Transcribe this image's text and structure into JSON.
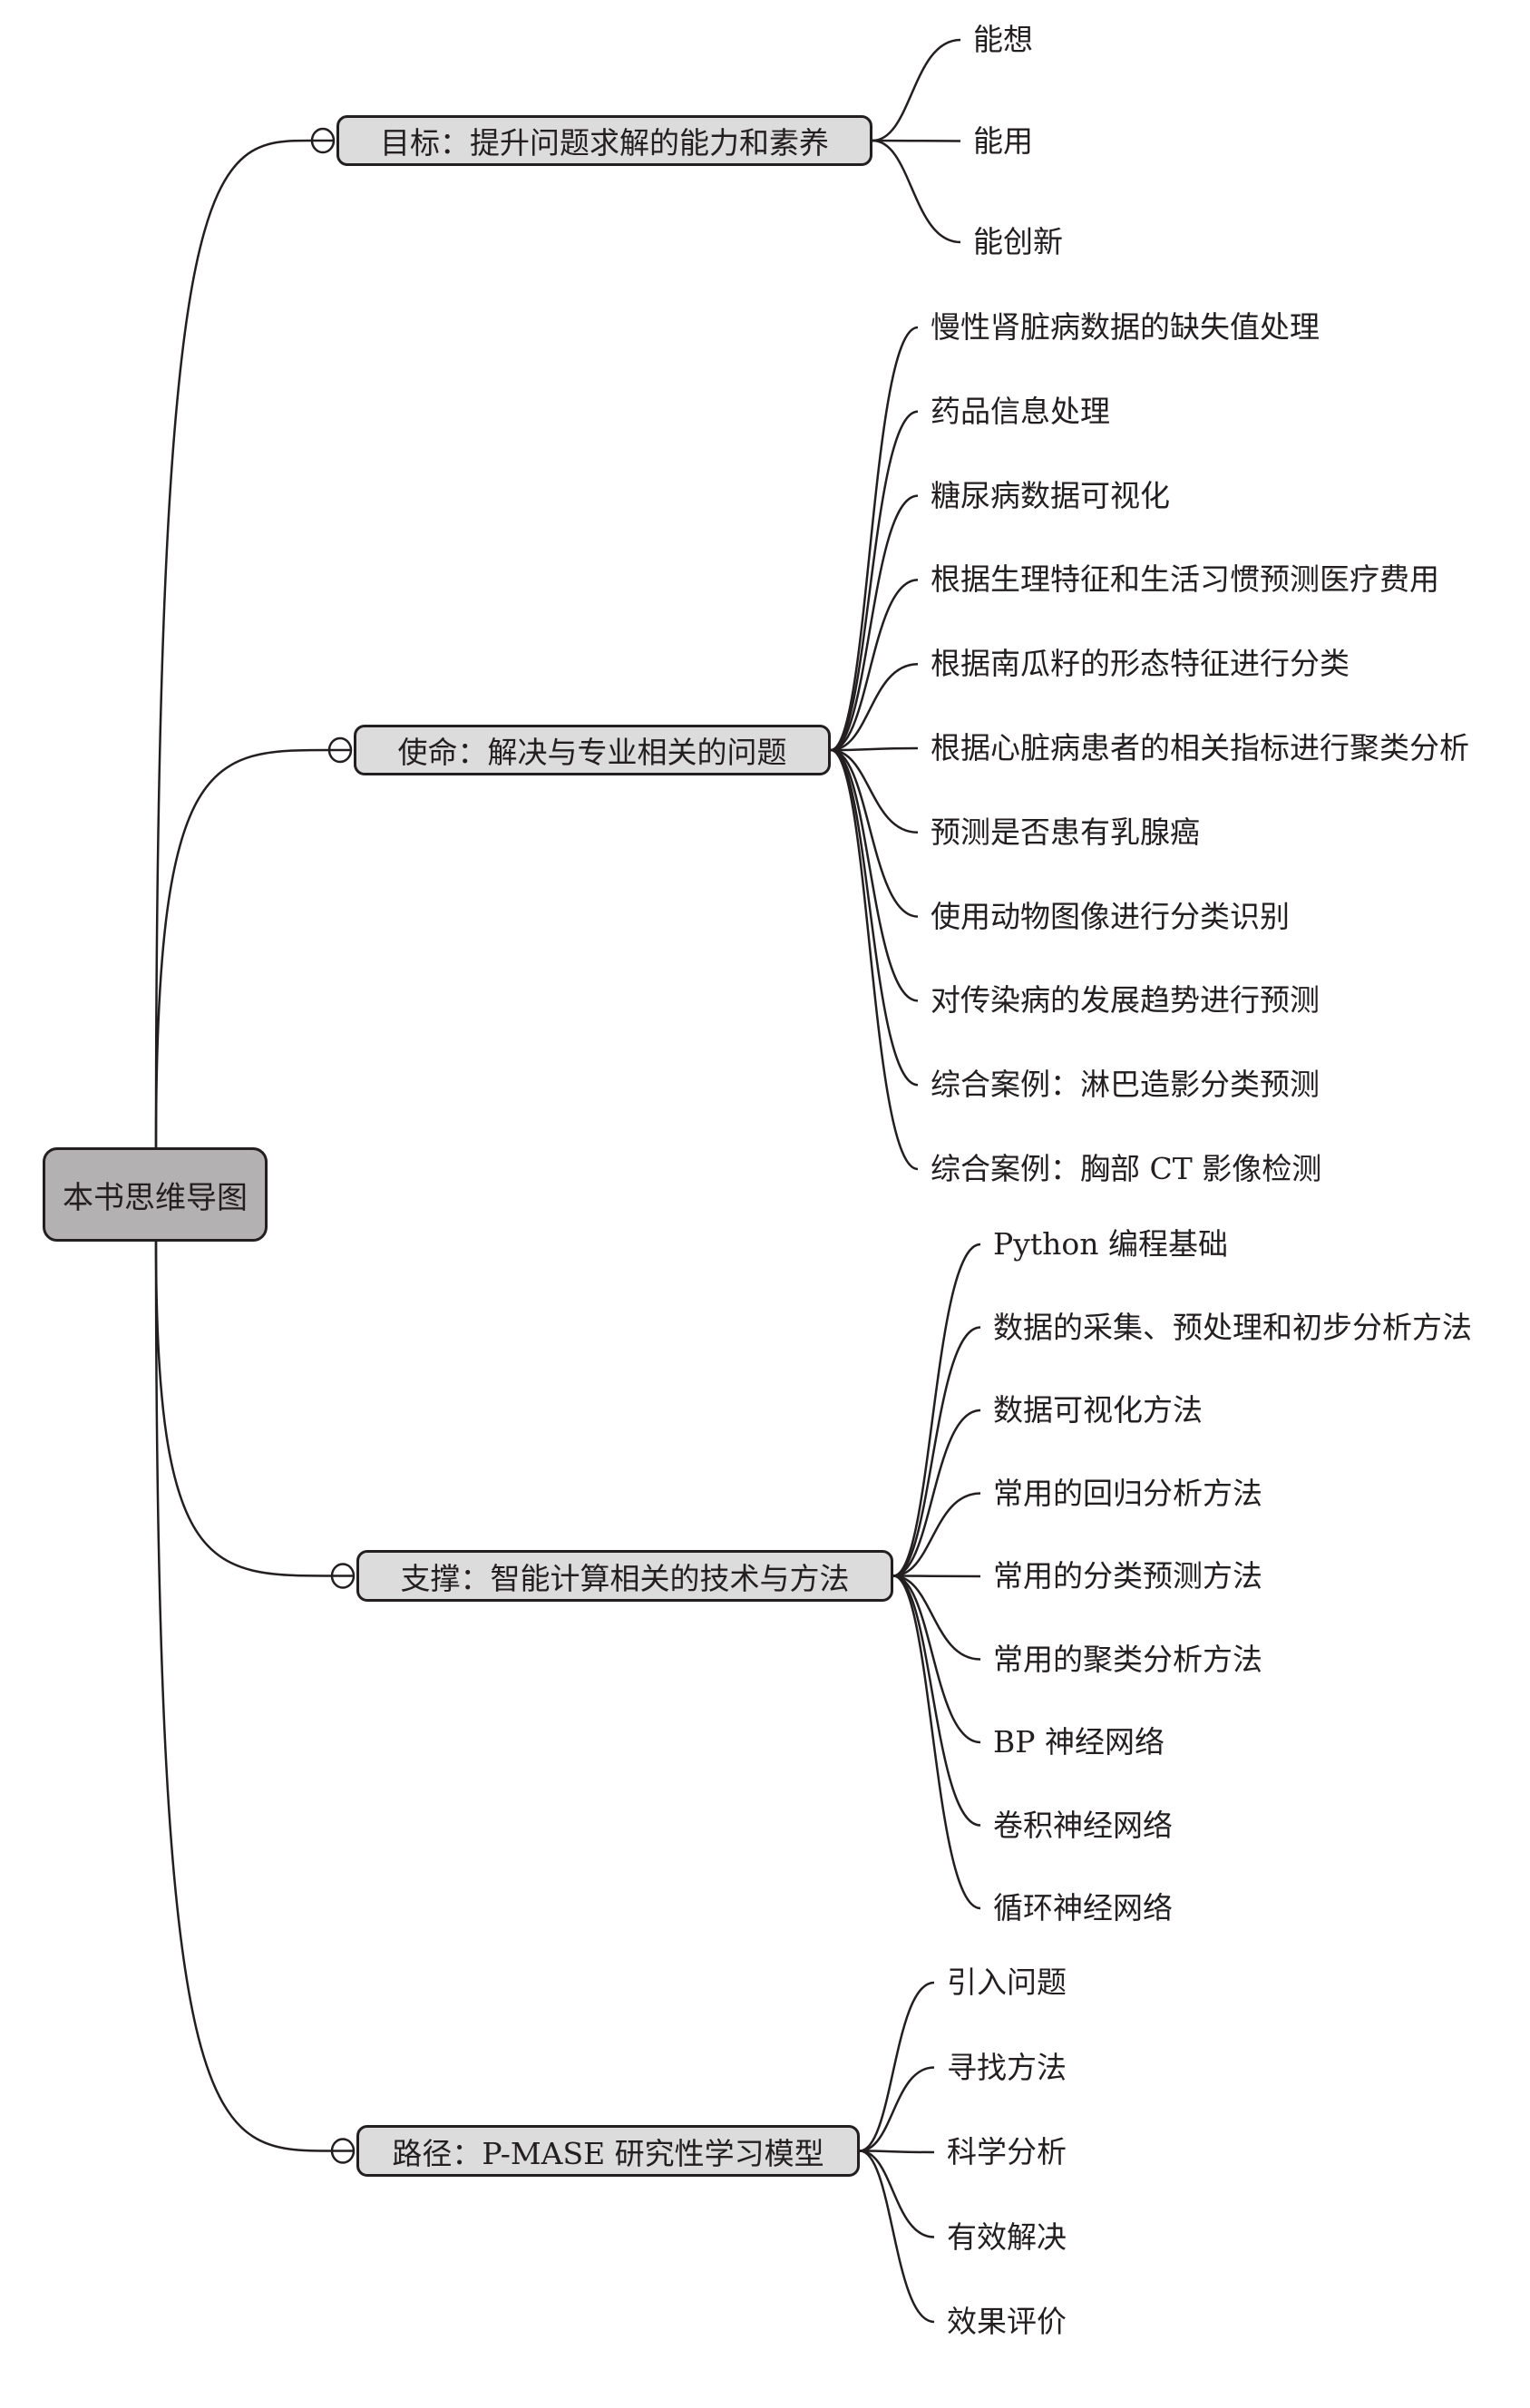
{
  "root": {
    "label": "本书思维导图"
  },
  "branches": [
    {
      "label": "目标：提升问题求解的能力和素养",
      "children": [
        "能想",
        "能用",
        "能创新"
      ]
    },
    {
      "label": "使命：解决与专业相关的问题",
      "children": [
        "慢性肾脏病数据的缺失值处理",
        "药品信息处理",
        "糖尿病数据可视化",
        "根据生理特征和生活习惯预测医疗费用",
        "根据南瓜籽的形态特征进行分类",
        "根据心脏病患者的相关指标进行聚类分析",
        "预测是否患有乳腺癌",
        "使用动物图像进行分类识别",
        "对传染病的发展趋势进行预测",
        "综合案例：淋巴造影分类预测",
        "综合案例：胸部 CT 影像检测"
      ]
    },
    {
      "label": "支撑：智能计算相关的技术与方法",
      "children": [
        "Python 编程基础",
        "数据的采集、预处理和初步分析方法",
        "数据可视化方法",
        "常用的回归分析方法",
        "常用的分类预测方法",
        "常用的聚类分析方法",
        "BP 神经网络",
        "卷积神经网络",
        "循环神经网络"
      ]
    },
    {
      "label": "路径：P-MASE 研究性学习模型",
      "children": [
        "引入问题",
        "寻找方法",
        "科学分析",
        "有效解决",
        "效果评价"
      ]
    }
  ]
}
